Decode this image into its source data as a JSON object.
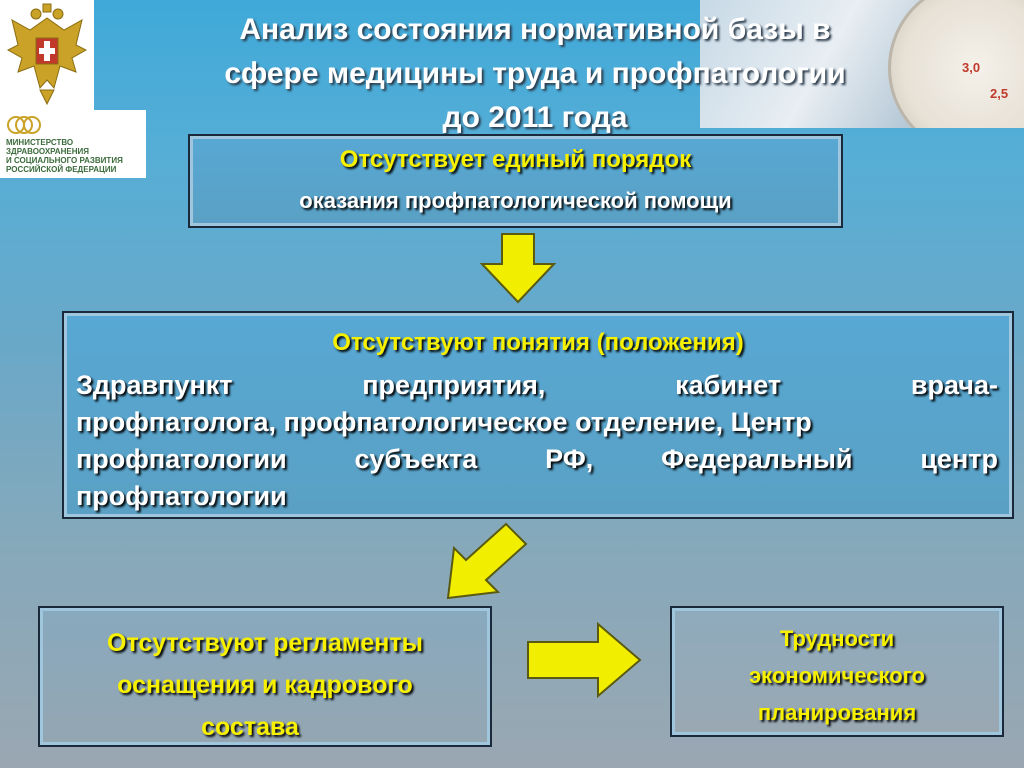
{
  "title": {
    "line1": "Анализ состояния нормативной базы в",
    "line2": "сфере медицины труда и профпатологии",
    "line3": "до 2011 года"
  },
  "logo": {
    "ministry_line1": "МИНИСТЕРСТВО",
    "ministry_line2": "ЗДРАВООХРАНЕНИЯ",
    "ministry_line3": "И СОЦИАЛЬНОГО РАЗВИТИЯ",
    "ministry_line4": "РОССИЙСКОЙ ФЕДЕРАЦИИ"
  },
  "photo": {
    "gauge_label_1": "3,0",
    "gauge_label_2": "2,5"
  },
  "box1": {
    "heading": "Отсутствует единый порядок",
    "text": "оказания профпатологической помощи"
  },
  "box2": {
    "heading": "Отсутствуют понятия (положения)",
    "text_line1_a": "Здравпункт",
    "text_line1_b": "предприятия,",
    "text_line1_c": "кабинет",
    "text_line1_d": "врача-",
    "text_line2": "профпатолога, профпатологическое отделение, Центр",
    "text_line3_a": "профпатологии",
    "text_line3_b": "субъекта",
    "text_line3_c": "РФ,",
    "text_line3_d": "Федеральный",
    "text_line3_e": "центр",
    "text_line4": "профпатологии"
  },
  "box3": {
    "line1": "Отсутствуют регламенты",
    "line2": "оснащения и кадрового",
    "line3": "состава"
  },
  "box4": {
    "line1": "Трудности",
    "line2": "экономического",
    "line3": "планирования"
  },
  "colors": {
    "accent_yellow": "#f7f000",
    "arrow_yellow": "#f2ee00",
    "box_border": "#1a2a3a"
  }
}
